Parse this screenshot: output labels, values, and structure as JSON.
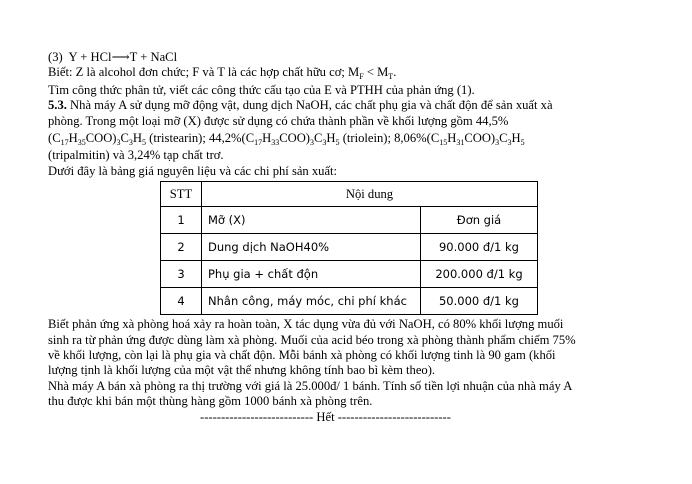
{
  "reaction3": {
    "number": "(3)",
    "lhs": "Y + HCl",
    "arrow": "⟶",
    "rhs": "T + NaCl"
  },
  "given": {
    "text": "Biết: Z là alcohol đơn chức; F và T là các hợp chất hữu cơ;",
    "m": "M",
    "f": "F",
    "lt": "<",
    "t": "T",
    "end": "."
  },
  "task1": "Tìm công thức phân tử, viết các công thức cấu tạo của E và PTHH của phản ứng (1).",
  "q53": {
    "label": "5.3.",
    "l1": "Nhà máy A sử dụng mỡ động vật, dung dịch NaOH, các chất phụ gia và chất độn để sản xuất xà",
    "l2": "phòng. Trong một loại mỡ (X) được sử dụng có chứa thành phần về khối lượng gồm 44,5%",
    "f1": {
      "a": "(C",
      "b": "17",
      "c": "H",
      "d": "35",
      "e": "COO)",
      "g": "3",
      "h": "C",
      "i": "3",
      "j": "H",
      "k": "5",
      "name": "(tristearin);"
    },
    "p2": "44,2%",
    "f2": {
      "a": "(C",
      "b": "17",
      "c": "H",
      "d": "33",
      "e": "COO)",
      "g": "3",
      "h": "C",
      "i": "3",
      "j": "H",
      "k": "5",
      "name": "(triolein);"
    },
    "p3": "8,06%",
    "f3": {
      "a": "(C",
      "b": "15",
      "c": "H",
      "d": "31",
      "e": "COO)",
      "g": "3",
      "h": "C",
      "i": "3",
      "j": "H",
      "k": "5"
    },
    "l4": "(tripalmitin) và 3,24% tạp chất trơ.",
    "l5": "Dưới đây là bảng giá nguyên liệu và các chi phí sản xuất:"
  },
  "table": {
    "headers": [
      "STT",
      "Nội dung"
    ],
    "rows": [
      {
        "stt": "1",
        "content": "Mỡ (X)",
        "price": "Đơn giá"
      },
      {
        "stt": "2",
        "content": "Dung dịch NaOH40%",
        "price": "90.000 đ/1 kg"
      },
      {
        "stt": "3",
        "content": "Phụ gia + chất độn",
        "price": "200.000 đ/1 kg"
      },
      {
        "stt": "4",
        "content": "Nhân công, máy móc, chi phí khác",
        "price": "50.000 đ/1 kg"
      }
    ]
  },
  "after": [
    "Biết phản ứng xà phòng hoá xảy ra hoàn toàn, X tác dụng vừa đủ với NaOH, có 80% khối lượng muối",
    "sinh ra từ phản ứng được dùng làm xà phòng. Muối của acid béo trong xà phòng thành phẩm chiếm 75%",
    "về khối lượng, còn lại là phụ gia và chất độn. Mỗi bánh xà phòng có khối lượng tinh là 90 gam (khối",
    "lượng tịnh là khối lượng của một vật thể nhưng không tính bao bì kèm theo).",
    "Nhà máy A bán xà phòng ra thị trường với giá là 25.000đ/ 1 bánh. Tính số tiền lợi nhuận của nhà máy A",
    "thu được khi bán một thùng hàng gồm 1000 bánh xà phòng trên."
  ],
  "end_marker": "--------------------------- Hết ---------------------------"
}
